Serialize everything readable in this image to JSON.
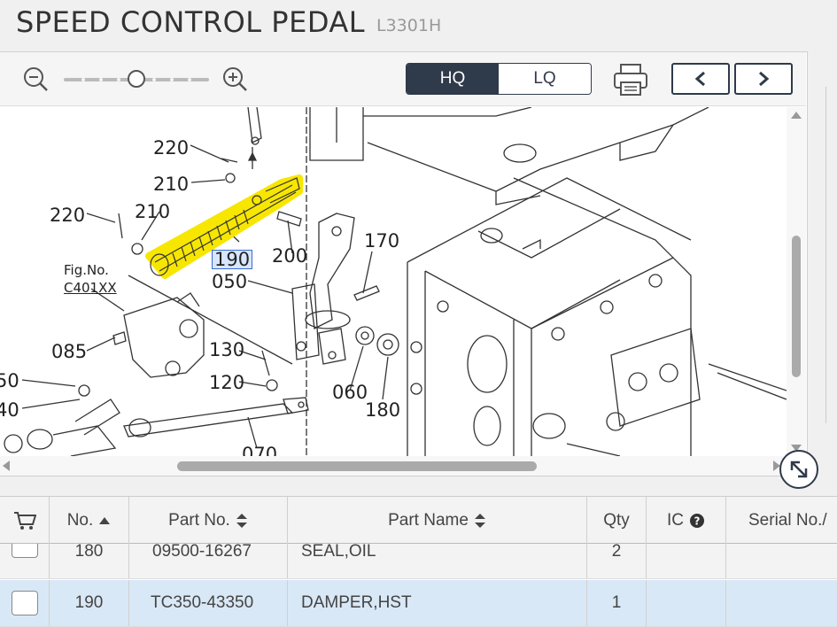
{
  "header": {
    "title": "SPEED CONTROL PEDAL",
    "model": "L3301H"
  },
  "toolbar": {
    "zoom_level": 0.5,
    "quality": {
      "hq_label": "HQ",
      "lq_label": "LQ",
      "selected": "HQ"
    }
  },
  "diagram": {
    "labels": {
      "l220a": "220",
      "l210a": "210",
      "l220b": "220",
      "l210b": "210",
      "l190": "190",
      "l200": "200",
      "l170": "170",
      "l050": "050",
      "figno": "Fig.No.",
      "figref": "C401XX",
      "l085": "085",
      "l130": "130",
      "l120": "120",
      "l060": "060",
      "l180": "180",
      "l50": "50",
      "l40": "40",
      "l070": "070"
    },
    "highlight_color": "#f7e600"
  },
  "table": {
    "headers": {
      "no": "No.",
      "part_no": "Part No.",
      "part_name": "Part Name",
      "qty": "Qty",
      "ic": "IC",
      "serial": "Serial No./"
    },
    "rows": [
      {
        "no": "180",
        "part_no": "09500-16267",
        "part_name": "SEAL,OIL",
        "qty": "2",
        "ic": "",
        "serial": ""
      },
      {
        "no": "190",
        "part_no": "TC350-43350",
        "part_name": "DAMPER,HST",
        "qty": "1",
        "ic": "",
        "serial": ""
      }
    ]
  },
  "colors": {
    "accent": "#2f3a4a",
    "row_selected": "#d9e8f6"
  }
}
